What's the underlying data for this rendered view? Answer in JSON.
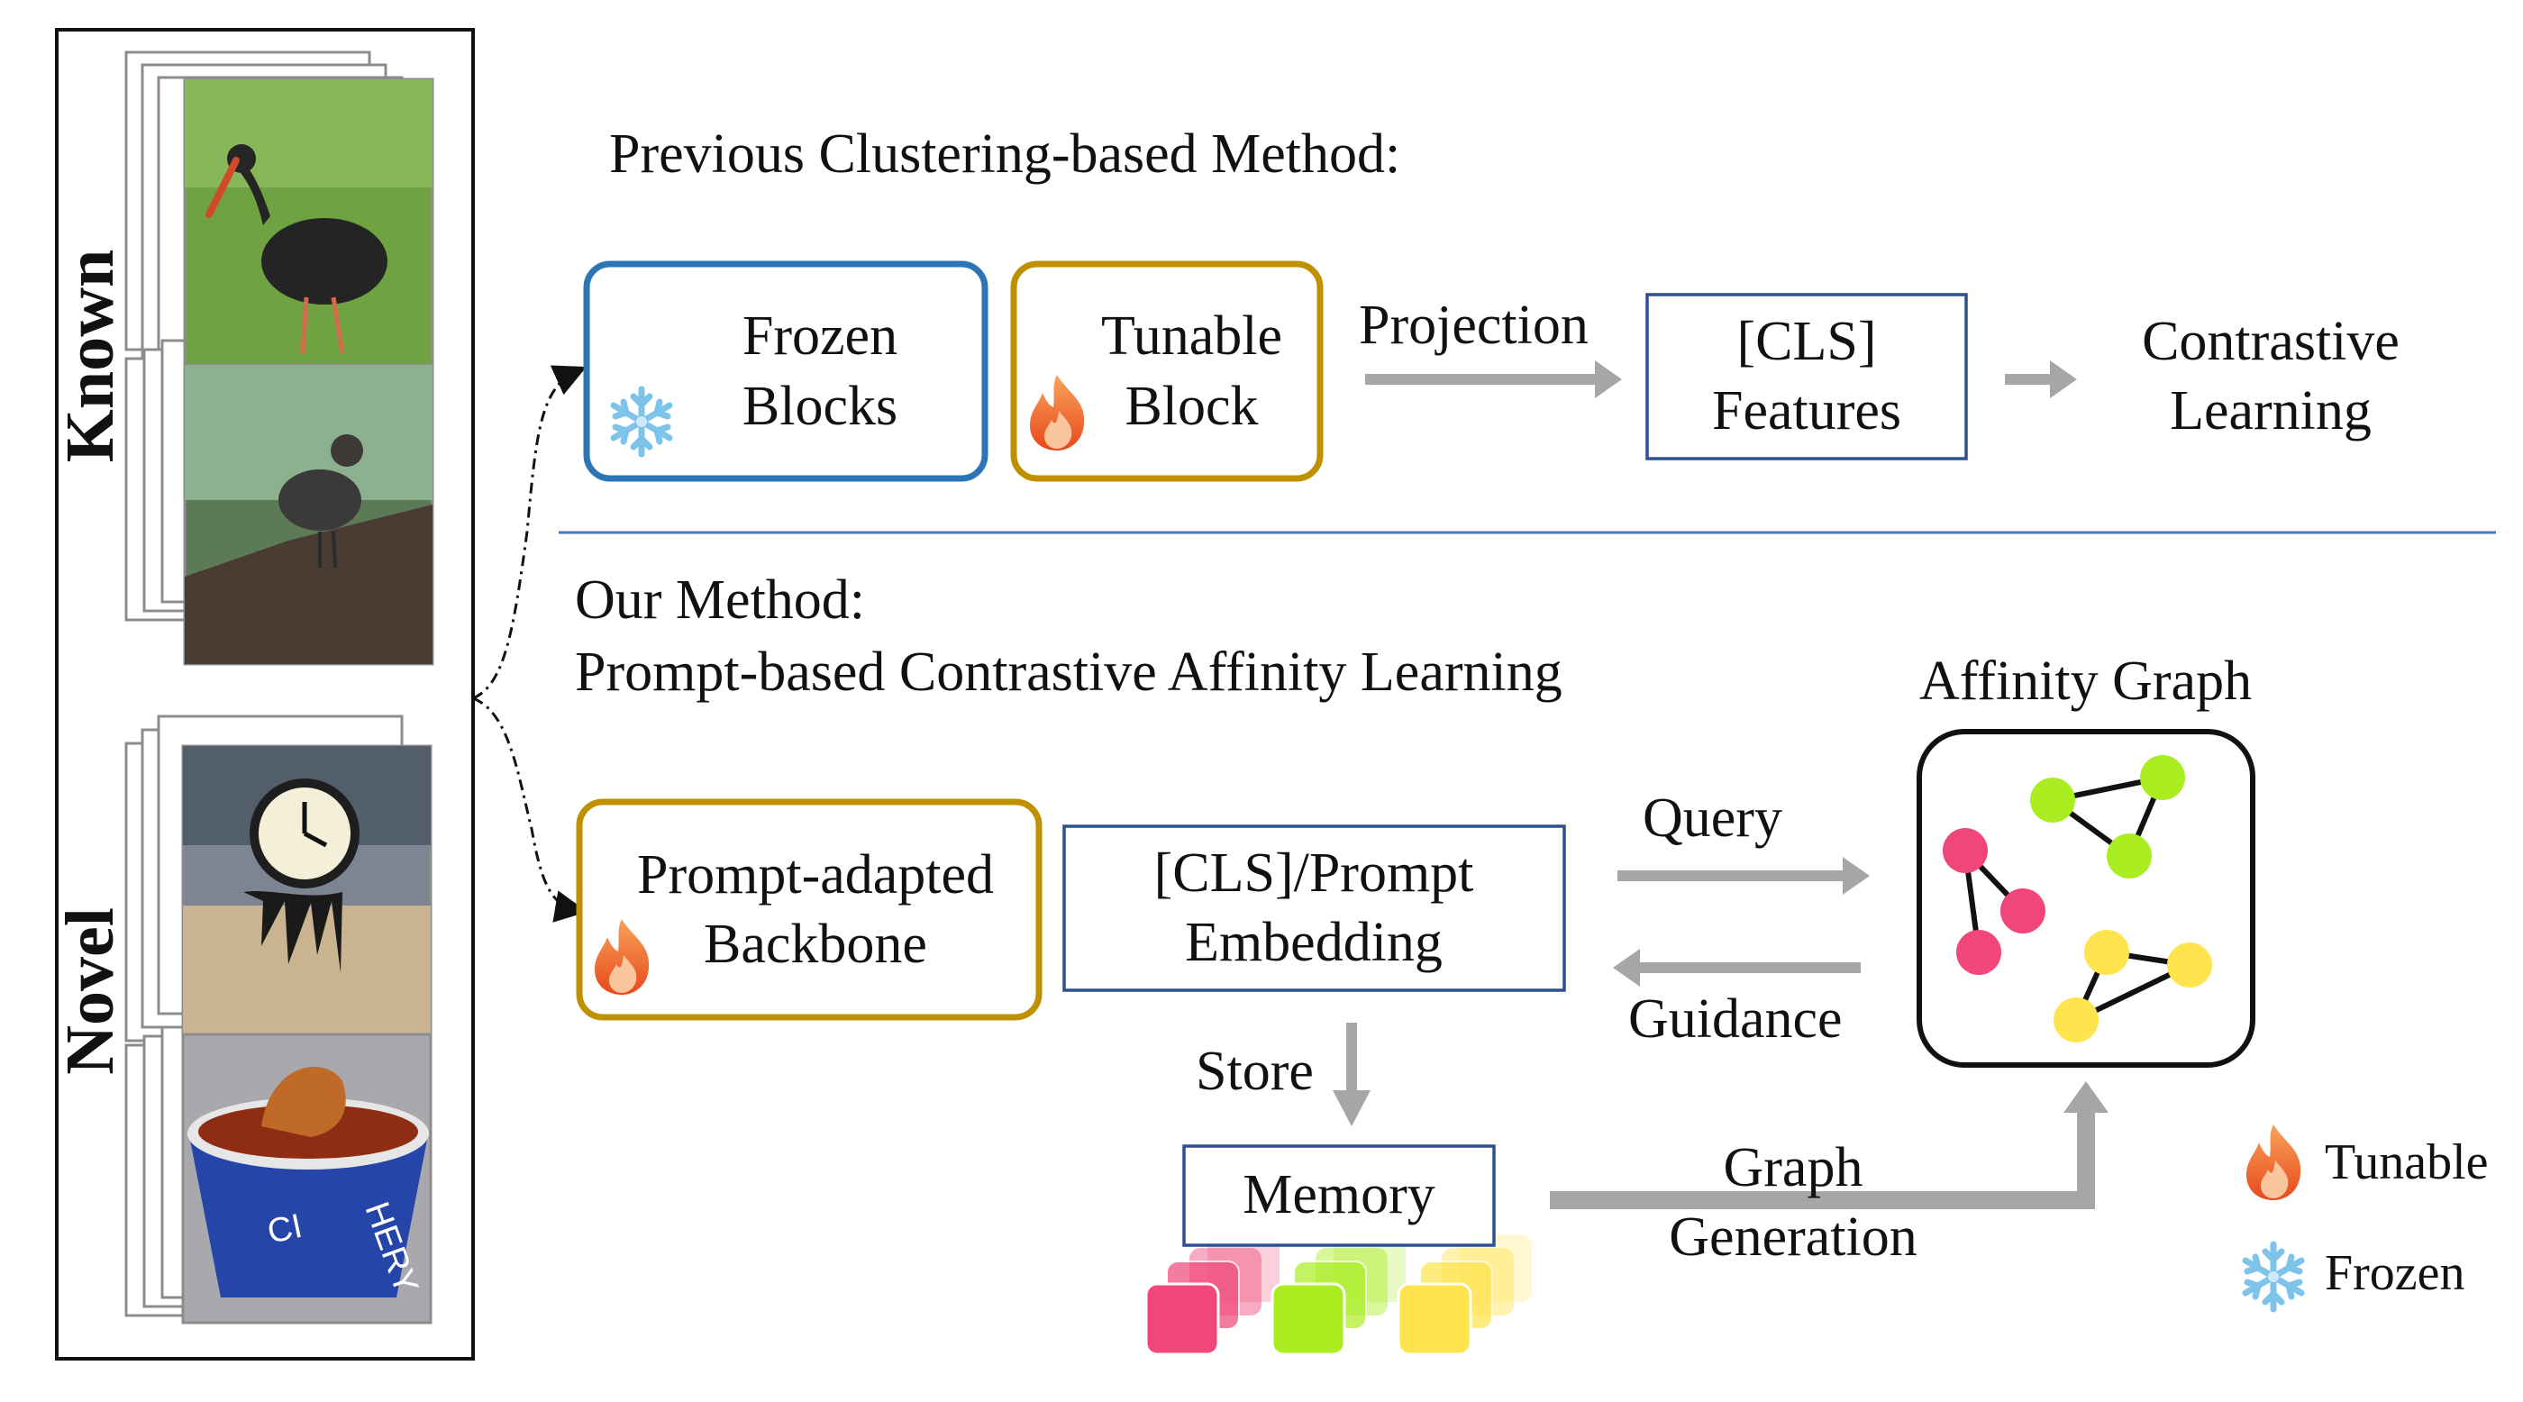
{
  "top": {
    "heading": "Previous Clustering-based Method:",
    "frozen_block": [
      "Frozen",
      "Blocks"
    ],
    "tunable_block": [
      "Tunable",
      "Block"
    ],
    "projection": "Projection",
    "cls_features": [
      "[CLS]",
      "Features"
    ],
    "contrastive": [
      "Contrastive",
      "Learning"
    ]
  },
  "bottom": {
    "heading_line1": "Our Method:",
    "heading_line2": "Prompt-based Contrastive Affinity Learning",
    "backbone": [
      "Prompt-adapted",
      "Backbone"
    ],
    "embedding": [
      "[CLS]/Prompt",
      "Embedding"
    ],
    "query": "Query",
    "guidance": "Guidance",
    "store": "Store",
    "memory": "Memory",
    "graph_generation": [
      "Graph",
      "Generation"
    ],
    "affinity_graph_title": "Affinity Graph"
  },
  "images": {
    "known_label": "Known",
    "novel_label": "Novel"
  },
  "legend": {
    "tunable": "Tunable",
    "frozen": "Frozen"
  },
  "colors": {
    "frozen_border": "#2e75b6",
    "tunable_border": "#bf9000",
    "feature_border": "#2f4f8f",
    "arrow_gray": "#a6a6a6",
    "divider": "#4a78c2",
    "graph_pink": "#f0467a",
    "graph_green": "#aaee22",
    "graph_yellow": "#ffe44d"
  },
  "icons": [
    "snowflake-icon",
    "flame-icon"
  ]
}
